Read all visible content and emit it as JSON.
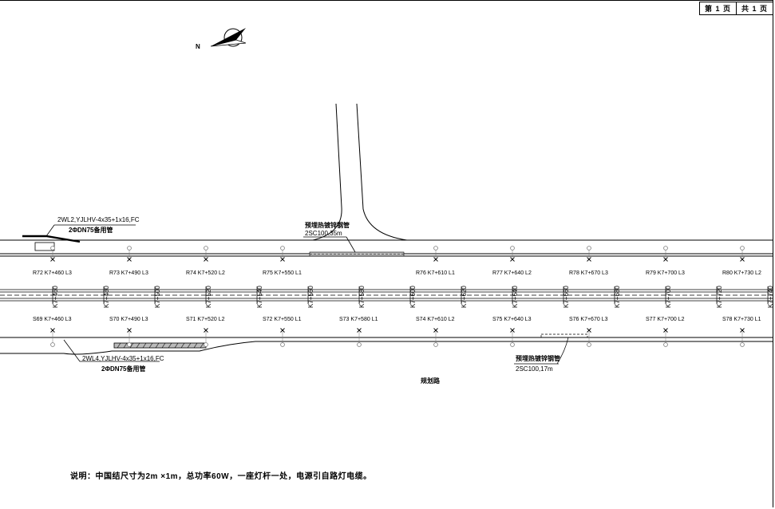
{
  "sheet": {
    "page_label": "第 1 页",
    "total_label": "共 1 页"
  },
  "colors": {
    "line": "#000000",
    "pole_circle": "#777777",
    "conduit_fill": "#bbbbbb"
  },
  "icons": {
    "north_arrow": "compass-north-arrow",
    "pole": "street-lamp-pole",
    "luminaire": "lamp-cross"
  },
  "north_label": "N",
  "top_row": {
    "poles": [
      {
        "id": "R72",
        "station": "K7+460",
        "lamp": "L3"
      },
      {
        "id": "R73",
        "station": "K7+490",
        "lamp": "L3"
      },
      {
        "id": "R74",
        "station": "K7+520",
        "lamp": "L2"
      },
      {
        "id": "R75",
        "station": "K7+550",
        "lamp": "L1"
      },
      {
        "id": "R76",
        "station": "K7+610",
        "lamp": "L1"
      },
      {
        "id": "R77",
        "station": "K7+640",
        "lamp": "L2"
      },
      {
        "id": "R78",
        "station": "K7+670",
        "lamp": "L3"
      },
      {
        "id": "R79",
        "station": "K7+700",
        "lamp": "L3"
      },
      {
        "id": "R80",
        "station": "K7+730",
        "lamp": "L2"
      }
    ]
  },
  "bottom_row": {
    "poles": [
      {
        "id": "S69",
        "station": "K7+460",
        "lamp": "L3"
      },
      {
        "id": "S70",
        "station": "K7+490",
        "lamp": "L3"
      },
      {
        "id": "S71",
        "station": "K7+520",
        "lamp": "L2"
      },
      {
        "id": "S72",
        "station": "K7+550",
        "lamp": "L1"
      },
      {
        "id": "S73",
        "station": "K7+580",
        "lamp": "L1"
      },
      {
        "id": "S74",
        "station": "K7+610",
        "lamp": "L2"
      },
      {
        "id": "S75",
        "station": "K7+640",
        "lamp": "L3"
      },
      {
        "id": "S76",
        "station": "K7+670",
        "lamp": "L3"
      },
      {
        "id": "S77",
        "station": "K7+700",
        "lamp": "L2"
      },
      {
        "id": "S78",
        "station": "K7+730",
        "lamp": "L1"
      }
    ]
  },
  "chainages": [
    "K7+460",
    "K7+480",
    "K7+500",
    "K7+520",
    "K7+540",
    "K7+560",
    "K7+580",
    "K7+600",
    "K7+620",
    "K7+640",
    "K7+660",
    "K7+680",
    "K7+700",
    "K7+720",
    "K7+740"
  ],
  "annotations": {
    "top_cable": "2WL2,YJLHV-4x35+1x16,FC",
    "top_spare": "2ΦDN75备用管",
    "top_sleeve_title": "预埋热镀锌钢管",
    "top_sleeve_spec": "2SC100,35m",
    "bottom_cable": "2WL4,YJLHV-4x35+1x16,FC",
    "bottom_spare": "2ΦDN75备用管",
    "bottom_sleeve_title": "预埋热镀锌钢管",
    "bottom_sleeve_spec": "2SC100,17m",
    "center_title": "规划路"
  },
  "note": "说明：中国结尺寸为2m ×1m，总功率60W，一座灯杆一处，电源引自路灯电缆。"
}
